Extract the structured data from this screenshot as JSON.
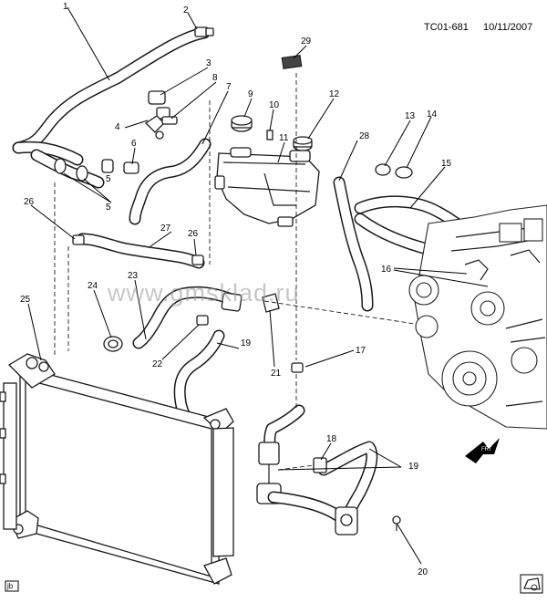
{
  "header": {
    "code": "TC01-681",
    "date": "10/11/2007"
  },
  "watermark": "www.gmsklad.ru",
  "footer": {
    "left_label": "jb"
  },
  "colors": {
    "line": "#1a1a1a",
    "watermark": "#9a9a9a",
    "background": "#ffffff"
  },
  "icons": {
    "front_arrow": "front-arrow-icon",
    "footer_left": "jb-box-icon",
    "footer_right": "fender-icon"
  },
  "callouts": [
    "1",
    "2",
    "3",
    "4",
    "5",
    "5",
    "6",
    "7",
    "8",
    "9",
    "10",
    "11",
    "12",
    "13",
    "14",
    "15",
    "16",
    "17",
    "18",
    "19",
    "19",
    "20",
    "21",
    "22",
    "23",
    "24",
    "25",
    "26",
    "26",
    "27",
    "28",
    "29"
  ]
}
